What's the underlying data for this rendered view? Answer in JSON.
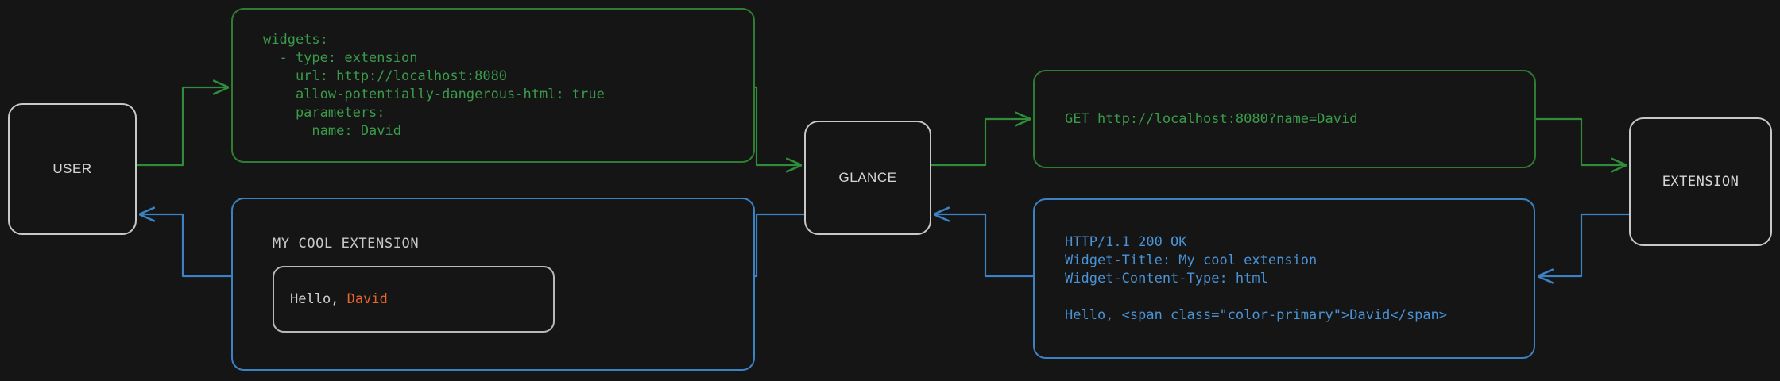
{
  "theme": {
    "background": "#151515",
    "node_border": "#c8c8c8",
    "node_text": "#d6d6d6",
    "request_green": "#3a9c4a",
    "request_border_green": "#2f7d32",
    "response_blue": "#4a93d6",
    "response_border_blue": "#3b82c4",
    "accent_orange": "#e8662a",
    "widget_text": "#d0d0d0"
  },
  "nodes": {
    "user": {
      "label": "USER"
    },
    "glance": {
      "label": "GLANCE"
    },
    "extension": {
      "label": "EXTENSION"
    }
  },
  "panels": {
    "config": {
      "kind": "request",
      "code": "widgets:\n  - type: extension\n    url: http://localhost:8080\n    allow-potentially-dangerous-html: true\n    parameters:\n      name: David"
    },
    "http_request": {
      "kind": "request",
      "code": "GET http://localhost:8080?name=David"
    },
    "http_response": {
      "kind": "response",
      "code": "HTTP/1.1 200 OK\nWidget-Title: My cool extension\nWidget-Content-Type: html\n\nHello, <span class=\"color-primary\">David</span>"
    },
    "widget_preview": {
      "kind": "response",
      "title": "MY COOL EXTENSION",
      "body_prefix": "Hello, ",
      "body_accent": "David"
    }
  },
  "connectors": [
    {
      "name": "user-to-config",
      "color": "green",
      "from": "user",
      "to": "config"
    },
    {
      "name": "config-to-glance",
      "color": "green",
      "from": "config",
      "to": "glance"
    },
    {
      "name": "glance-to-request",
      "color": "green",
      "from": "glance",
      "to": "http_request"
    },
    {
      "name": "request-to-extension",
      "color": "green",
      "from": "http_request",
      "to": "extension"
    },
    {
      "name": "extension-to-response",
      "color": "blue",
      "from": "extension",
      "to": "http_response"
    },
    {
      "name": "response-to-glance",
      "color": "blue",
      "from": "http_response",
      "to": "glance"
    },
    {
      "name": "glance-to-widget",
      "color": "blue",
      "from": "glance",
      "to": "widget_preview"
    },
    {
      "name": "widget-to-user",
      "color": "blue",
      "from": "widget_preview",
      "to": "user"
    }
  ]
}
